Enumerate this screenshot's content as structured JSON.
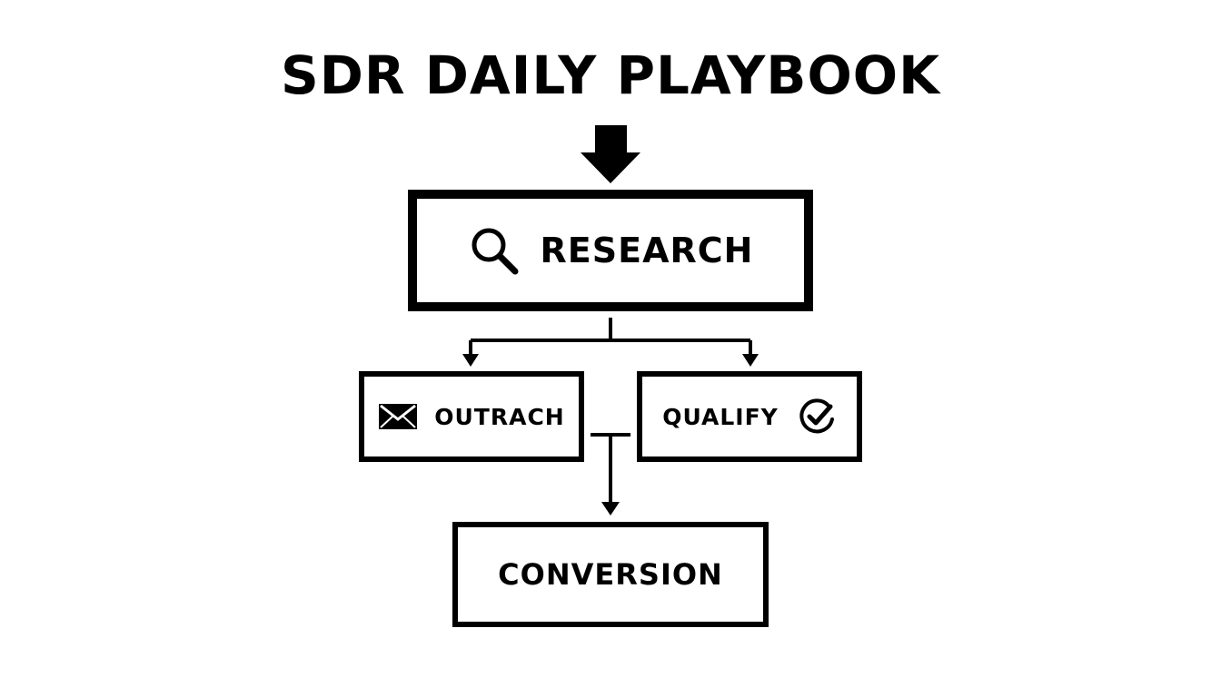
{
  "diagram": {
    "title": "SDR DAILY PLAYBOOK",
    "nodes": {
      "research": {
        "label": "RESEARCH",
        "icon": "magnifier-icon"
      },
      "outreach": {
        "label": "OUTRACH",
        "icon": "envelope-icon"
      },
      "qualify": {
        "label": "QUALIFY",
        "icon": "check-circle-icon"
      },
      "conversion": {
        "label": "CONVERSION"
      }
    },
    "edges": [
      {
        "from": "title",
        "to": "research"
      },
      {
        "from": "research",
        "to": "outreach"
      },
      {
        "from": "research",
        "to": "qualify"
      },
      {
        "from": "outreach",
        "to": "conversion"
      },
      {
        "from": "qualify",
        "to": "conversion"
      }
    ],
    "colors": {
      "stroke": "#000000",
      "background": "#ffffff"
    }
  }
}
